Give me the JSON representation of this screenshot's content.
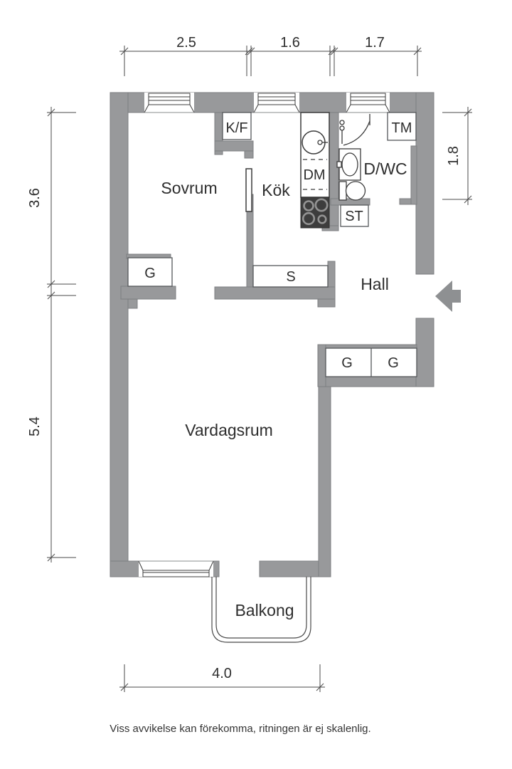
{
  "colors": {
    "wall": "#98999b",
    "wall_outline": "#7c7e80",
    "line": "#3c3c3c",
    "text": "#2e2e2e",
    "arrow": "#8e9092"
  },
  "rooms": {
    "bedroom": "Sovrum",
    "kitchen": "Kök",
    "living": "Vardagsrum",
    "hall": "Hall",
    "bath": "D/WC",
    "balcony": "Balkong"
  },
  "labels": {
    "fridge_freezer": "K/F",
    "dishwasher": "DM",
    "washing_machine": "TM",
    "cleaning_cabinet": "ST",
    "closet_s": "S",
    "closet_bedroom": "G",
    "closet_hall_left": "G",
    "closet_hall_right": "G"
  },
  "dimensions": {
    "top": [
      "2.5",
      "1.6",
      "1.7"
    ],
    "left": [
      "3.6",
      "5.4"
    ],
    "right": [
      "1.8"
    ],
    "bottom": [
      "4.0"
    ]
  },
  "caption": "Viss avvikelse kan förekomma, ritningen är ej skalenlig."
}
